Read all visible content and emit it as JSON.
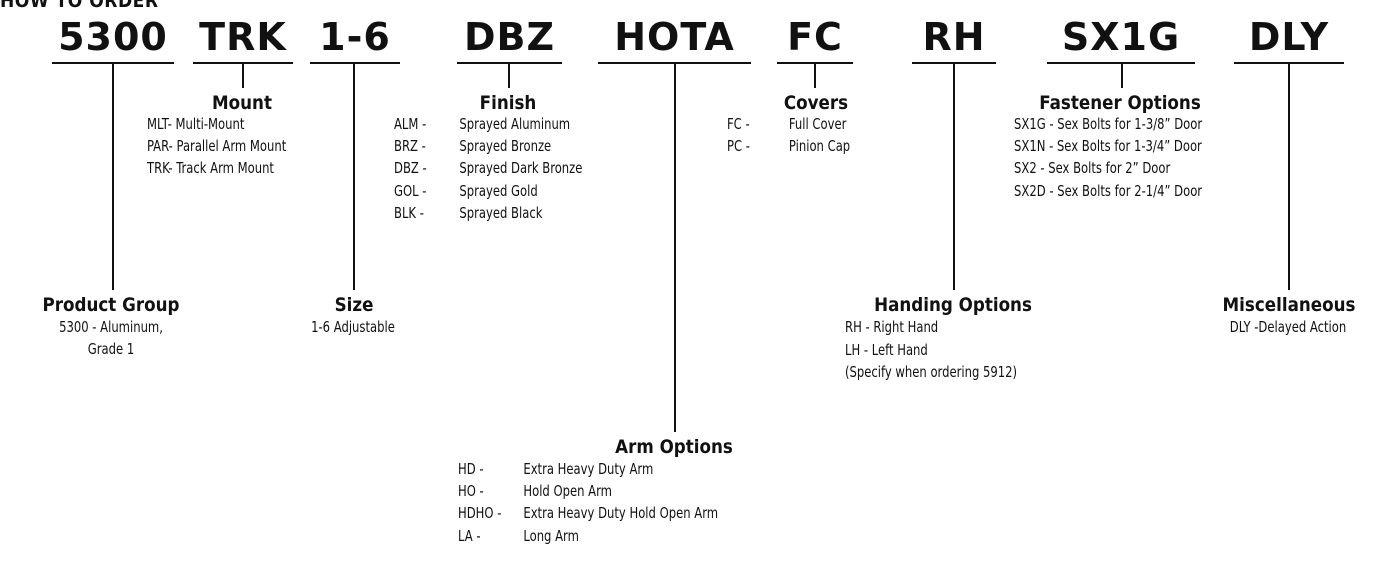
{
  "page_heading": "HOW TO ORDER",
  "codes": [
    {
      "id": "product",
      "text": "5300"
    },
    {
      "id": "mount",
      "text": "TRK"
    },
    {
      "id": "size",
      "text": "1-6"
    },
    {
      "id": "finish",
      "text": "DBZ"
    },
    {
      "id": "arm",
      "text": "HOTA"
    },
    {
      "id": "covers",
      "text": "FC"
    },
    {
      "id": "handing",
      "text": "RH"
    },
    {
      "id": "fastener",
      "text": "SX1G"
    },
    {
      "id": "misc",
      "text": "DLY"
    }
  ],
  "mount": {
    "title": "Mount",
    "items": [
      "MLT- Multi-Mount",
      "PAR- Parallel Arm Mount",
      "TRK- Track  Arm Mount"
    ]
  },
  "finish": {
    "title": "Finish",
    "items": [
      {
        "code": "ALM -",
        "desc": "Sprayed Aluminum"
      },
      {
        "code": "BRZ -",
        "desc": "Sprayed Bronze"
      },
      {
        "code": "DBZ -",
        "desc": "Sprayed Dark Bronze"
      },
      {
        "code": "GOL -",
        "desc": "Sprayed Gold"
      },
      {
        "code": "BLK -",
        "desc": "Sprayed Black"
      }
    ]
  },
  "covers": {
    "title": "Covers",
    "items": [
      {
        "code": "FC -",
        "desc": "Full Cover"
      },
      {
        "code": "PC -",
        "desc": "Pinion Cap"
      }
    ]
  },
  "fastener": {
    "title": "Fastener Options",
    "items": [
      "SX1G - Sex Bolts for 1-3/8” Door",
      "SX1N - Sex Bolts for 1-3/4” Door",
      "SX2 -   Sex Bolts for 2” Door",
      "SX2D - Sex Bolts for 2-1/4” Door"
    ]
  },
  "product": {
    "title": "Product Group",
    "lines": [
      "5300 - Aluminum,",
      "Grade 1"
    ]
  },
  "size": {
    "title": "Size",
    "lines": [
      "1-6 Adjustable"
    ]
  },
  "handing": {
    "title": "Handing Options",
    "items": [
      "RH - Right Hand",
      "LH - Left Hand",
      "(Specify when ordering 5912)"
    ]
  },
  "misc": {
    "title": "Miscellaneous",
    "lines": [
      "DLY -Delayed Action"
    ]
  },
  "arm": {
    "title": "Arm Options",
    "items": [
      {
        "code": "HD -",
        "desc": "Extra Heavy Duty Arm"
      },
      {
        "code": "HO -",
        "desc": "Hold Open Arm"
      },
      {
        "code": "HDHO -",
        "desc": "Extra Heavy Duty Hold Open Arm"
      },
      {
        "code": "LA -",
        "desc": "Long Arm"
      }
    ]
  }
}
